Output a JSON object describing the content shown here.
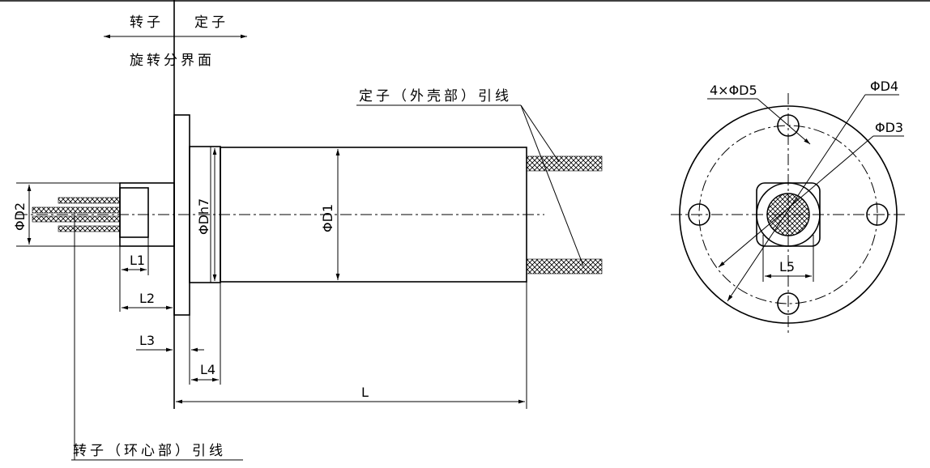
{
  "header": {
    "rotor": "转子",
    "stator": "定子",
    "interface": "旋转分界面"
  },
  "leads": {
    "stator_lead": "定子（外壳部）引线",
    "rotor_lead": "转子（环心部）引线"
  },
  "dimensions": {
    "d2": "ΦD2",
    "dh7": "ΦDh7",
    "d1": "ΦD1",
    "l1": "L1",
    "l2": "L2",
    "l3": "L3",
    "l4": "L4",
    "l": "L",
    "d5": "4×ΦD5",
    "d4": "ΦD4",
    "d3": "ΦD3",
    "l5": "L5"
  }
}
